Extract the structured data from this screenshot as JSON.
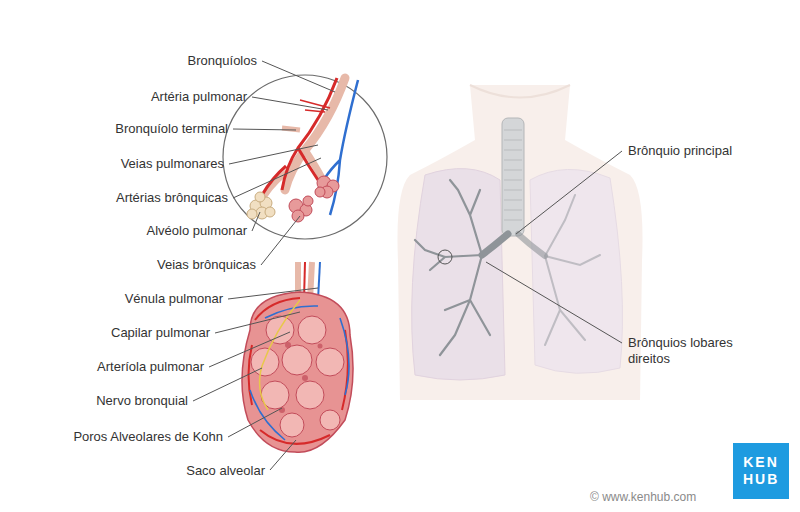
{
  "diagram": {
    "nodes": [
      {
        "text": [
          "KEN HUB"
        ]
      }
    ],
    "labels": [
      "Bronquíolos",
      "Artéria pulmonar",
      "Bronquíolo terminal",
      "Veias pulmonares",
      "Artérias brônquicas",
      "Alvéolo pulmonar",
      "Veias brônquicas",
      "Vénula pulmonar",
      "Capilar pulmonar",
      "Arteríola pulmonar",
      "Nervo bronquial",
      "Poros Alveolares de Kohn",
      "Saco alveolar",
      "Brônquio principal",
      "Brônquios lobares direitos",
      "© www.kenhub.com"
    ]
  }
}
